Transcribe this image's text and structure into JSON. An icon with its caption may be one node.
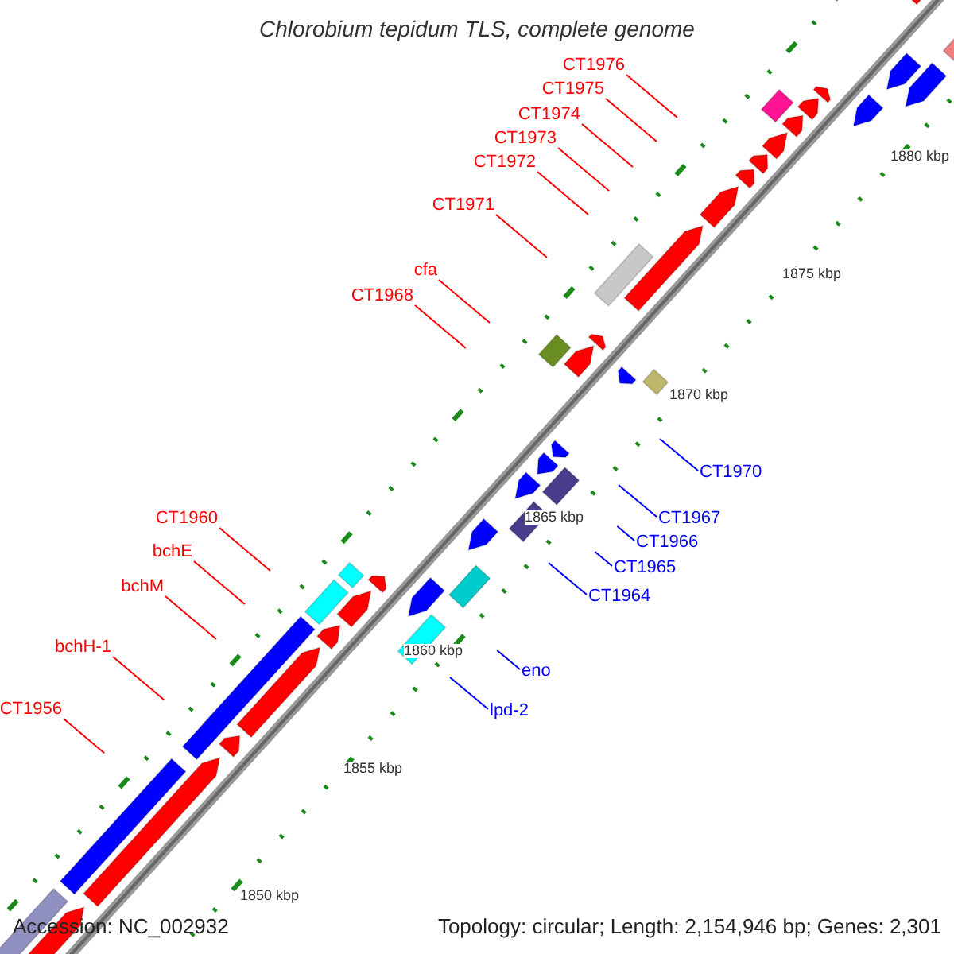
{
  "diagram": {
    "title": "Chlorobium tepidum TLS, complete genome",
    "nodes": [
      {
        "text": [
          "CT1976"
        ]
      },
      {
        "text": [
          "CT1975"
        ]
      },
      {
        "text": [
          "CT1974"
        ]
      },
      {
        "text": [
          "CT1973"
        ]
      },
      {
        "text": [
          "CT1972"
        ]
      },
      {
        "text": [
          "CT1971"
        ]
      },
      {
        "text": [
          "cfa"
        ]
      },
      {
        "text": [
          "CT1968"
        ]
      },
      {
        "text": [
          "CT1970"
        ]
      },
      {
        "text": [
          "CT1967"
        ]
      },
      {
        "text": [
          "CT1966"
        ]
      },
      {
        "text": [
          "CT1960"
        ]
      },
      {
        "text": [
          "CT1965"
        ]
      },
      {
        "text": [
          "bchE"
        ]
      },
      {
        "text": [
          "CT1964"
        ]
      },
      {
        "text": [
          "bchM"
        ]
      },
      {
        "text": [
          "bchH-1"
        ]
      },
      {
        "text": [
          "eno"
        ]
      },
      {
        "text": [
          "lpd-2"
        ]
      },
      {
        "text": [
          "CT1956"
        ]
      }
    ],
    "edges": [
      {
        "from": 0,
        "to": null,
        "arrow": "none"
      },
      {
        "from": 1,
        "to": null,
        "arrow": "none"
      },
      {
        "from": 2,
        "to": null,
        "arrow": "none"
      },
      {
        "from": 3,
        "to": null,
        "arrow": "none"
      },
      {
        "from": 4,
        "to": null,
        "arrow": "none"
      },
      {
        "from": 5,
        "to": null,
        "arrow": "none"
      },
      {
        "from": 6,
        "to": null,
        "arrow": "none"
      },
      {
        "from": 7,
        "to": null,
        "arrow": "none"
      },
      {
        "from": 8,
        "to": null,
        "arrow": "none",
        "color": "#0000ff"
      },
      {
        "from": 9,
        "to": null,
        "arrow": "none",
        "color": "#0000ff"
      },
      {
        "from": 10,
        "to": null,
        "arrow": "none",
        "color": "#0000ff"
      },
      {
        "from": 11,
        "to": null,
        "arrow": "none"
      },
      {
        "from": 12,
        "to": null,
        "arrow": "none",
        "color": "#0000ff"
      },
      {
        "from": 13,
        "to": null,
        "arrow": "none"
      },
      {
        "from": 14,
        "to": null,
        "arrow": "none",
        "color": "#0000ff"
      },
      {
        "from": 15,
        "to": null,
        "arrow": "none"
      },
      {
        "from": 16,
        "to": null,
        "arrow": "none"
      },
      {
        "from": 17,
        "to": null,
        "arrow": "none",
        "color": "#0000ff"
      },
      {
        "from": 18,
        "to": null,
        "arrow": "none",
        "color": "#0000ff"
      },
      {
        "from": 19,
        "to": null,
        "arrow": "none"
      }
    ],
    "labels": [
      "1880 kbp",
      "1875 kbp",
      "1870 kbp",
      "1865 kbp",
      "1860 kbp",
      "1855 kbp",
      "1850 kbp",
      "Accession: NC_002932",
      "Topology: circular; Length: 2,154,946 bp; Genes: 2,301"
    ]
  }
}
